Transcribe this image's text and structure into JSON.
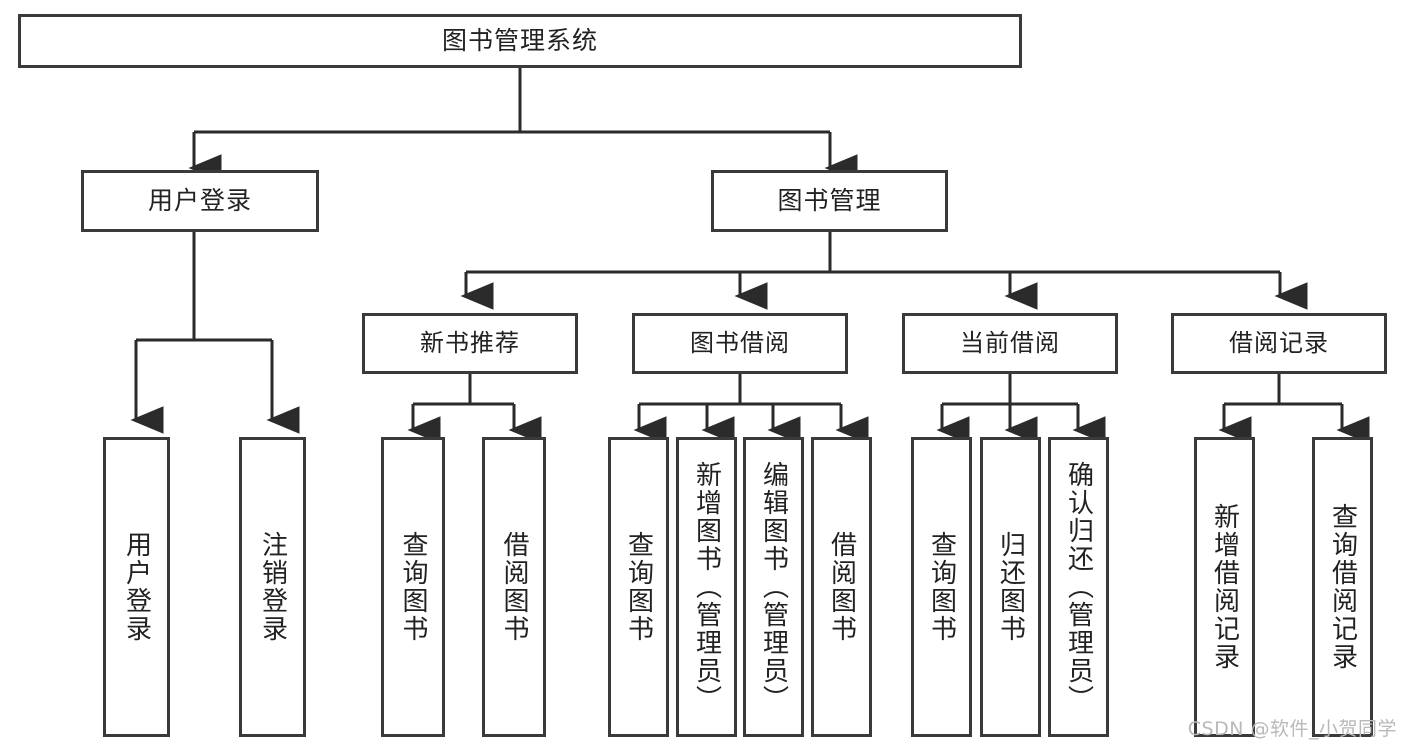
{
  "diagram": {
    "type": "tree-hierarchy-diagram",
    "title": "图书管理系统",
    "watermark": "CSDN @软件_小贺同学",
    "colors": {
      "box_border": "#3a3a3a",
      "box_fill": "#ffffff",
      "edge": "#2b2b2b",
      "text": "#222222",
      "watermark": "#b9b9b9"
    },
    "root": {
      "label": "图书管理系统"
    },
    "level2": [
      {
        "label": "用户登录"
      },
      {
        "label": "图书管理"
      }
    ],
    "level3": [
      {
        "label": "新书推荐"
      },
      {
        "label": "图书借阅"
      },
      {
        "label": "当前借阅"
      },
      {
        "label": "借阅记录"
      }
    ],
    "leaves": {
      "user_login": [
        {
          "label": "用户登录"
        },
        {
          "label": "注销登录"
        }
      ],
      "new_book_recommend": [
        {
          "label": "查询图书"
        },
        {
          "label": "借阅图书"
        }
      ],
      "book_borrow": [
        {
          "label": "查询图书"
        },
        {
          "label": "新增图书（管理员）"
        },
        {
          "label": "编辑图书（管理员）"
        },
        {
          "label": "借阅图书"
        }
      ],
      "current_borrow": [
        {
          "label": "查询图书"
        },
        {
          "label": "归还图书"
        },
        {
          "label": "确认归还（管理员）"
        }
      ],
      "borrow_record": [
        {
          "label": "新增借阅记录"
        },
        {
          "label": "查询借阅记录"
        }
      ]
    }
  }
}
